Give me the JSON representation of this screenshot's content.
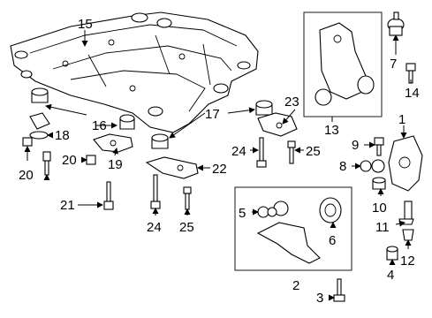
{
  "diagram": {
    "callouts": {
      "c1": "1",
      "c2": "2",
      "c3": "3",
      "c4": "4",
      "c5": "5",
      "c6": "6",
      "c7": "7",
      "c8": "8",
      "c9": "9",
      "c10": "10",
      "c11": "11",
      "c12": "12",
      "c13": "13",
      "c14": "14",
      "c15": "15",
      "c16": "16",
      "c17": "17",
      "c18": "18",
      "c19": "19",
      "c20a": "20",
      "c20b": "20",
      "c21": "21",
      "c22": "22",
      "c23": "23",
      "c24a": "24",
      "c24b": "24",
      "c25a": "25",
      "c25b": "25"
    }
  }
}
